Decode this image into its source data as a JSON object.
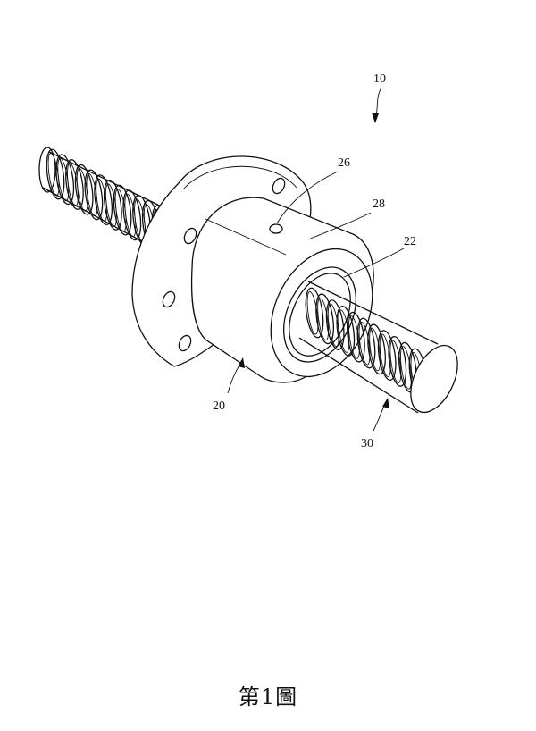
{
  "figure": {
    "caption": "第1圖",
    "labels": {
      "assembly": "10",
      "nut": "20",
      "hole": "26",
      "body": "28",
      "seal": "22",
      "screw": "30"
    }
  }
}
